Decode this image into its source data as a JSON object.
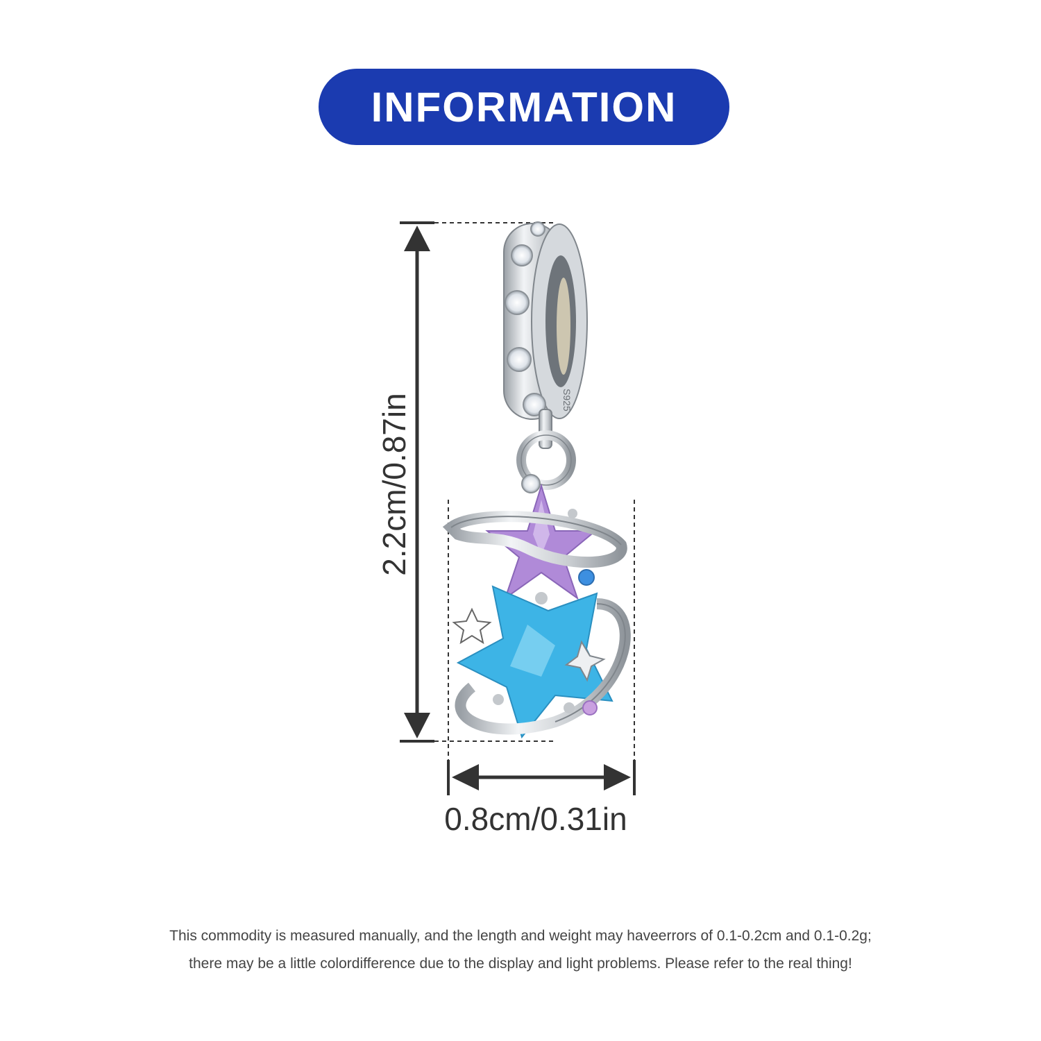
{
  "header": {
    "title": "INFORMATION"
  },
  "dimensions": {
    "height_label": "2.2cm/0.87in",
    "width_label": "0.8cm/0.31in"
  },
  "product": {
    "stamp": "S925"
  },
  "disclaimer": {
    "line1": "This commodity is measured manually, and the length and weight may haveerrors of 0.1-0.2cm and 0.1-0.2g;",
    "line2": "there may be a little colordifference due to the display and light problems. Please refer to the real thing!"
  },
  "colors": {
    "header_bg": "#1b3bb0",
    "blue_crystal": "#3db4e6",
    "purple_crystal": "#b08ad8"
  }
}
